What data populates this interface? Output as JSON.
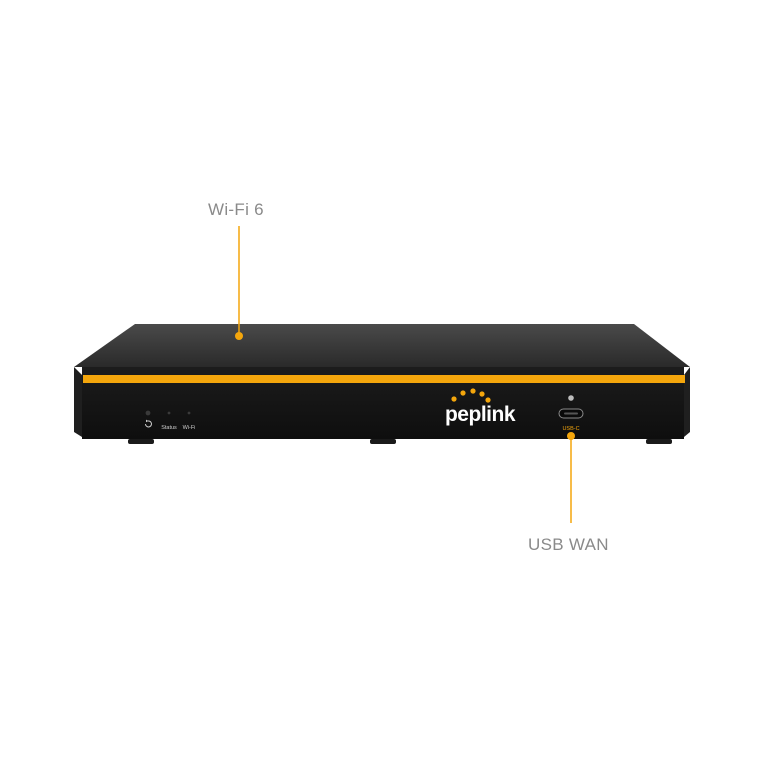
{
  "callouts": {
    "wifi": "Wi-Fi 6",
    "usb": "USB WAN"
  },
  "device": {
    "brand": "peplink",
    "led_status_label": "Status",
    "led_wifi_label": "Wi-Fi",
    "port_label": "USB-C",
    "reset_icon": "reset-icon"
  },
  "colors": {
    "accent": "#f4a60c",
    "chassis": "#141414",
    "callout_text": "#8a8a8a"
  }
}
